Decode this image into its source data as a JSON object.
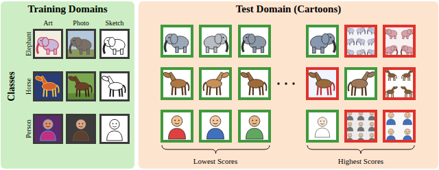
{
  "diagram": {
    "nodes": [
      {
        "text": [
          "Training Domains"
        ]
      },
      {
        "text": [
          "Test Domain (Cartoons)"
        ]
      }
    ],
    "labels": [
      "Art",
      "Photo",
      "Sketch",
      "Elephant",
      "Horse",
      "Person",
      "Classes",
      "Lowest Scores",
      "Highest Scores"
    ]
  }
}
